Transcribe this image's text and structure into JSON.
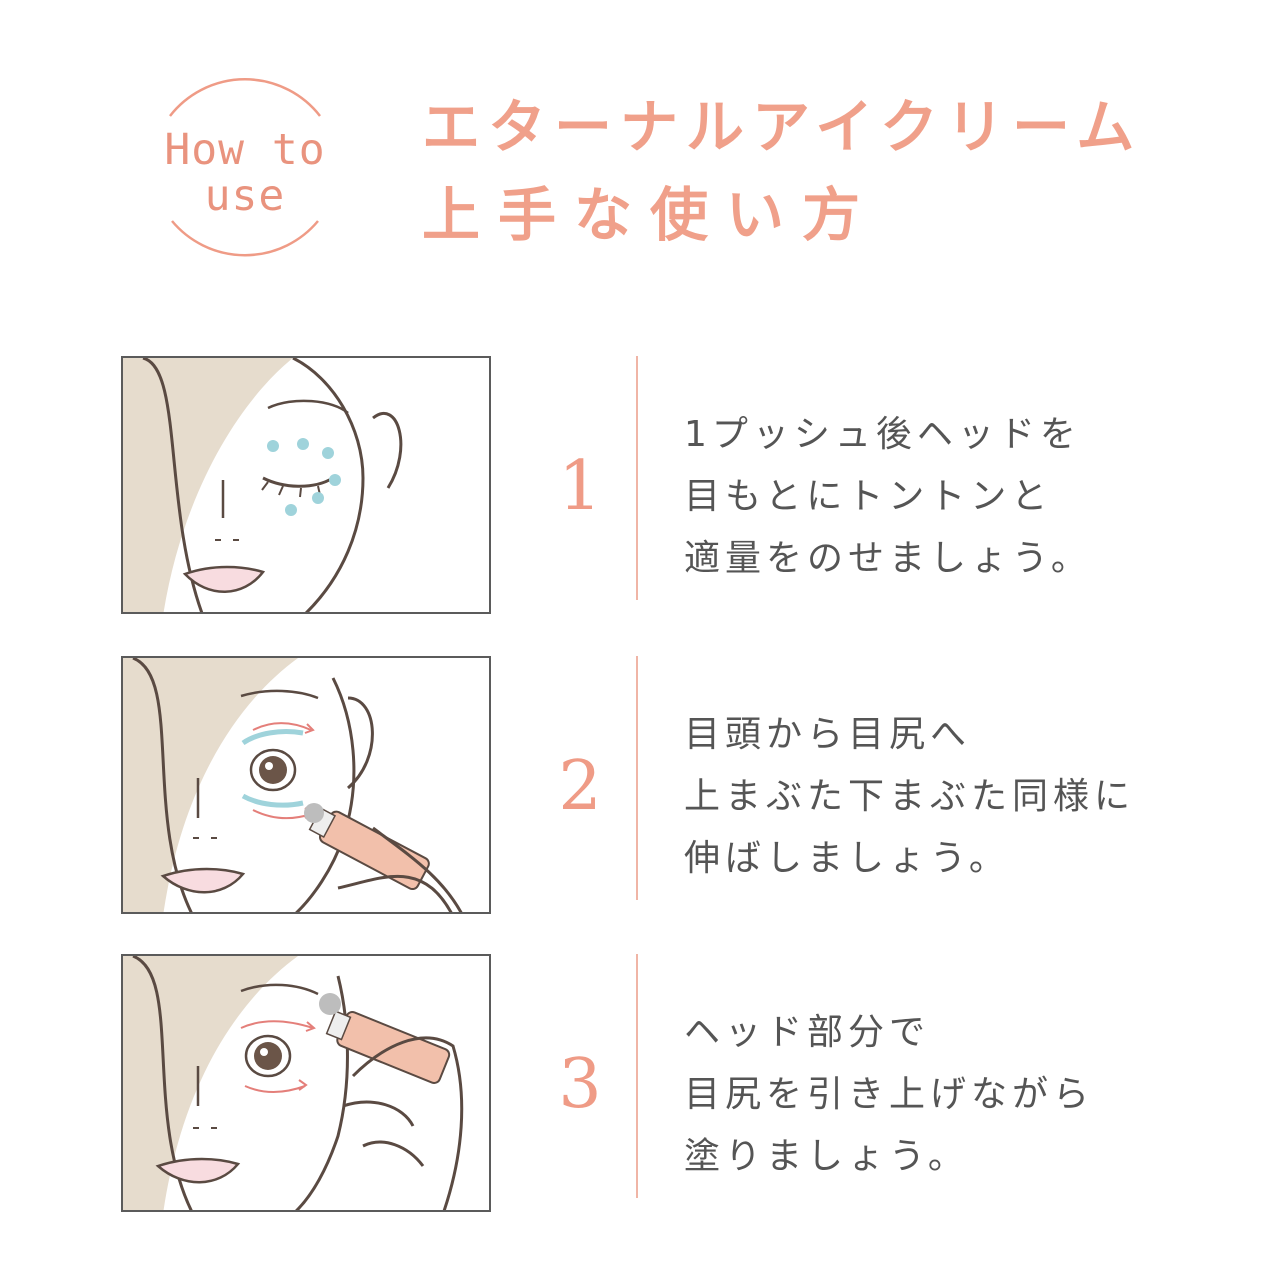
{
  "badge": {
    "line1": "How to",
    "line2": "use"
  },
  "title": {
    "line1": "エターナルアイクリーム",
    "line2": "上手な使い方"
  },
  "steps": [
    {
      "number": "1",
      "lines": [
        "1プッシュ後ヘッドを",
        "目もとにトントンと",
        "適量をのせましょう。"
      ]
    },
    {
      "number": "2",
      "lines": [
        "目頭から目尻へ",
        "上まぶた下まぶた同様に",
        "伸ばしましょう。"
      ]
    },
    {
      "number": "3",
      "lines": [
        "ヘッド部分で",
        "目尻を引き上げながら",
        "塗りましょう。"
      ]
    }
  ],
  "colors": {
    "accent": "#ef9b86",
    "hair": "#e6dccd",
    "cream_dot": "#9fd3db",
    "arrow": "#e47f7a",
    "lips": "#f8dce0",
    "tube": "#f2c0ab"
  }
}
